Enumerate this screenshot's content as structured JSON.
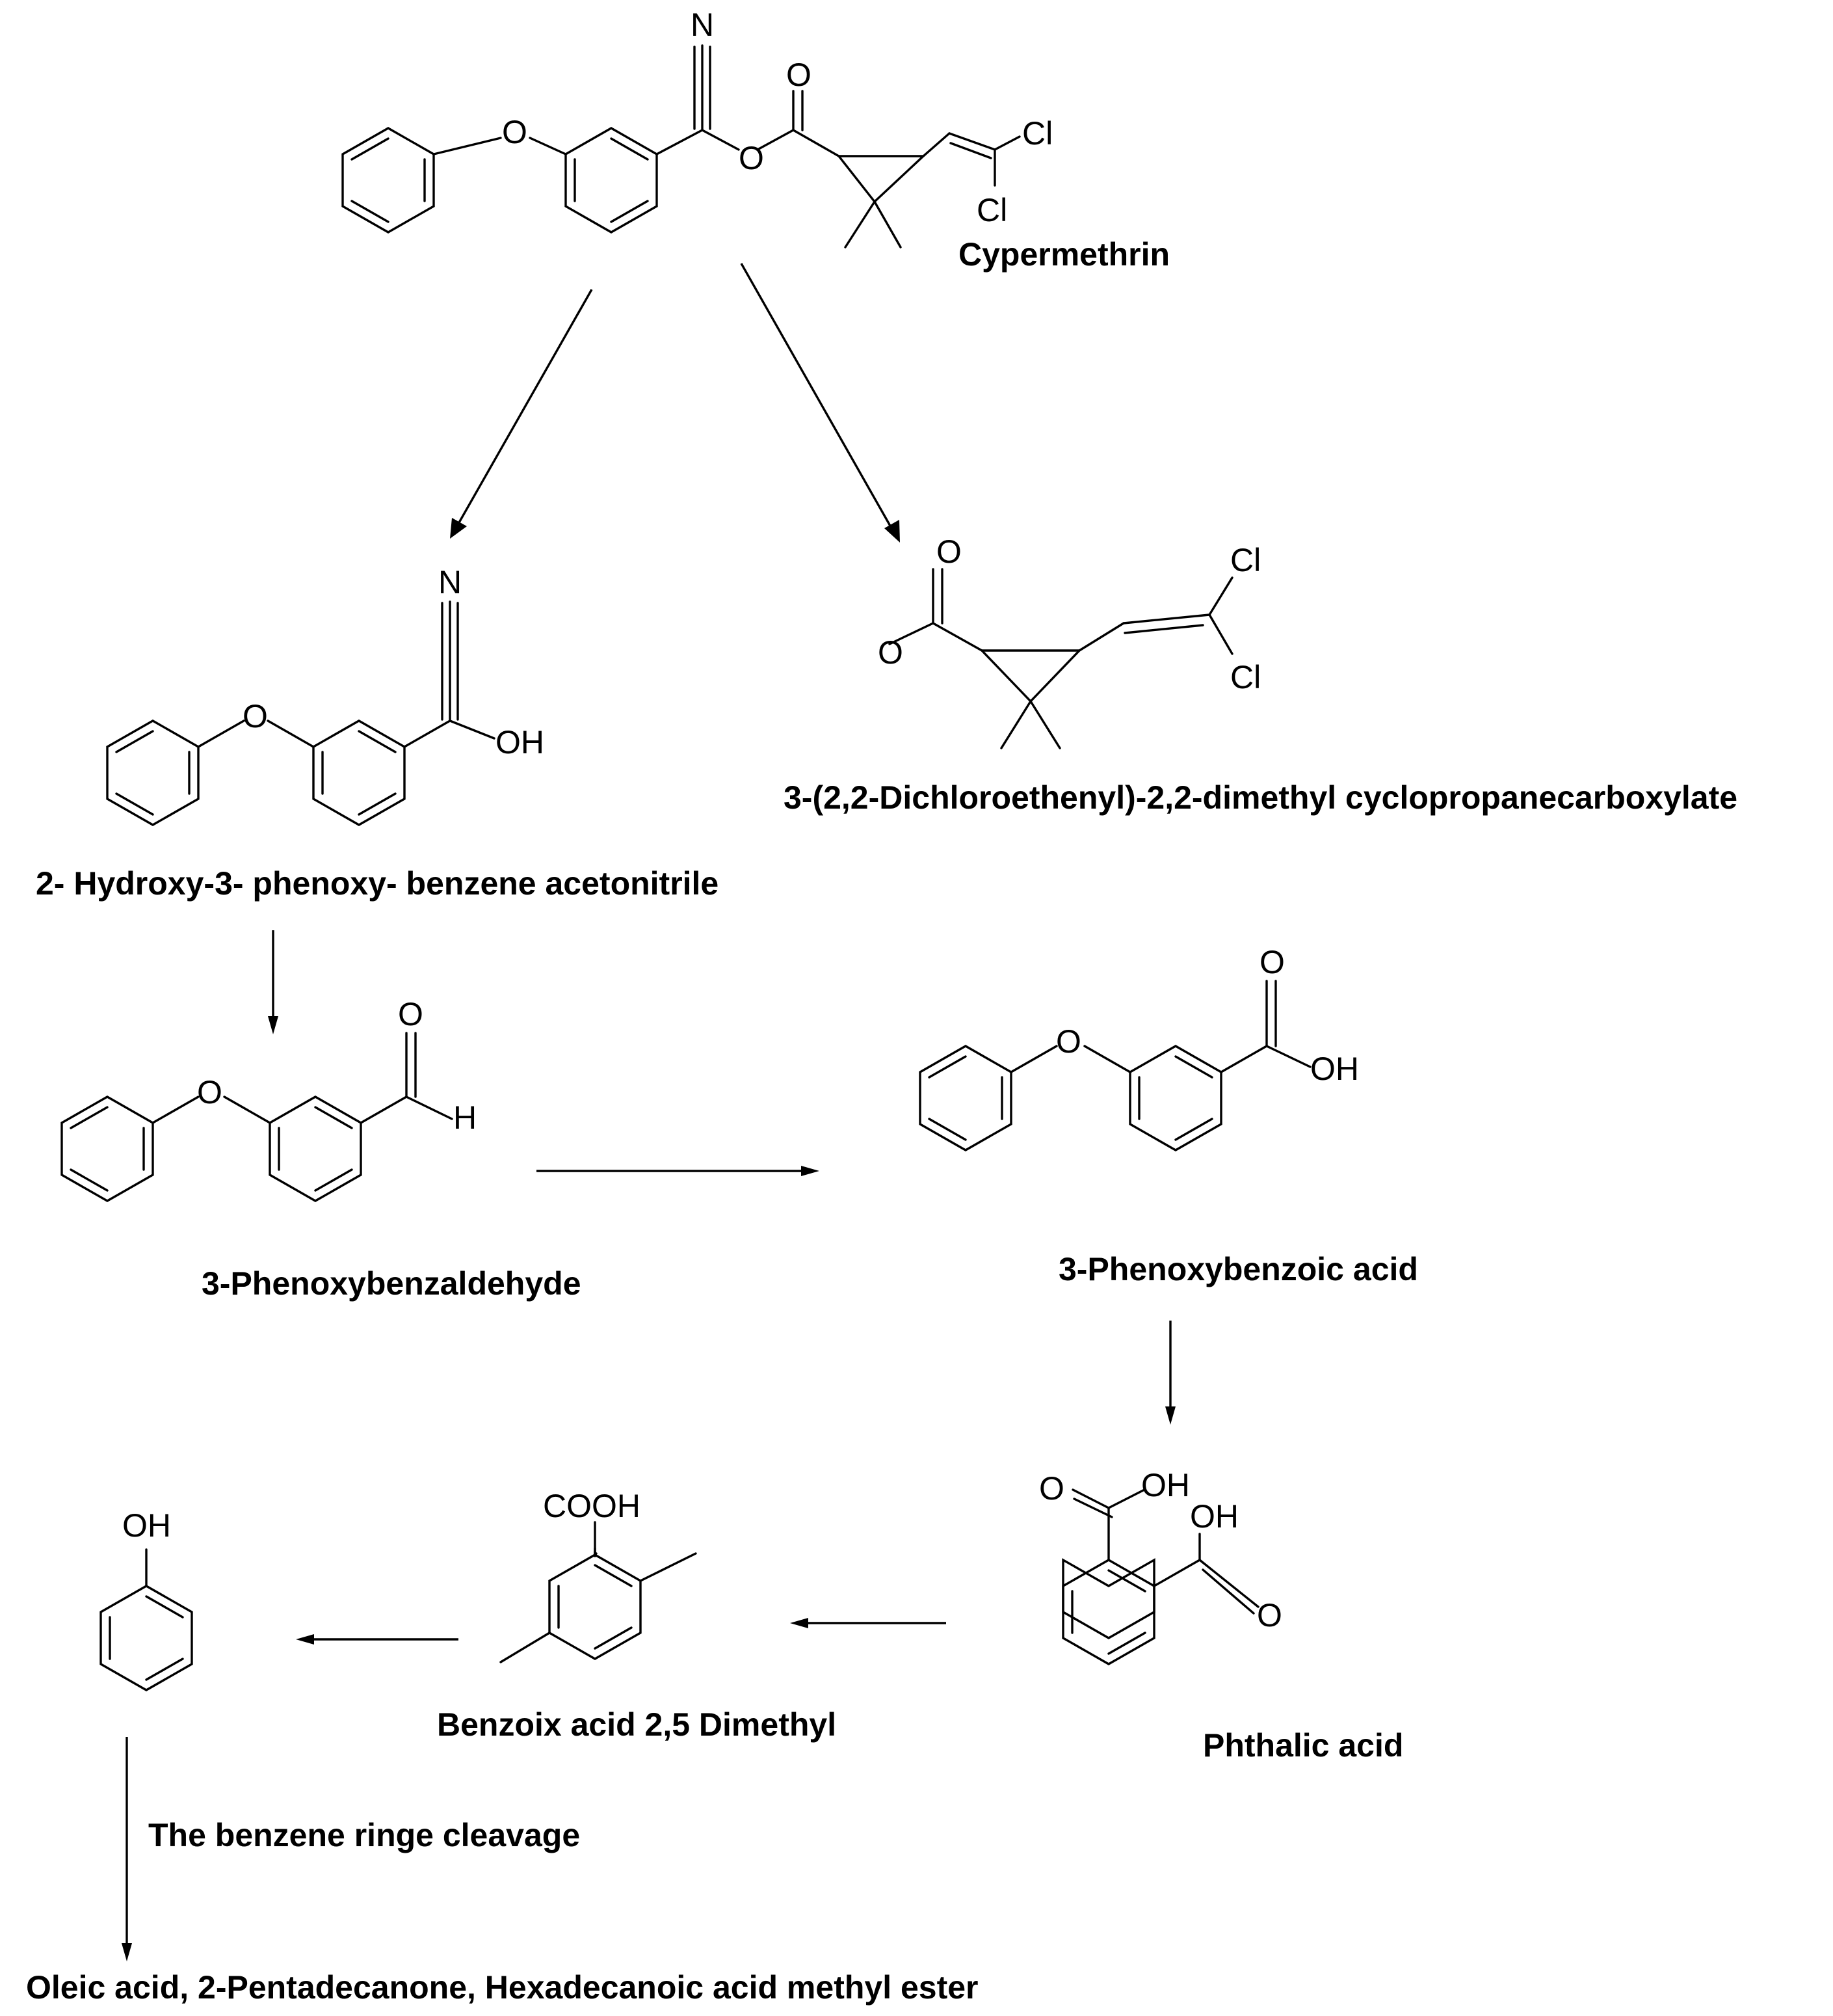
{
  "compounds": {
    "cypermethrin": "Cypermethrin",
    "hydroxy_acetonitrile": "2- Hydroxy-3- phenoxy- benzene acetonitrile",
    "dcva": "3-(2,2-Dichloroethenyl)-2,2-dimethyl cyclopropanecarboxylate",
    "phenoxybenzaldehyde": "3-Phenoxybenzaldehyde",
    "phenoxybenzoic": "3-Phenoxybenzoic acid",
    "phthalic": "Phthalic acid",
    "benzoic_dimethyl": "Benzoix acid 2,5 Dimethyl",
    "ring_cleavage": "The benzene ringe cleavage",
    "final_products": "Oleic acid, 2-Pentadecanone, Hexadecanoic acid methyl ester"
  },
  "atoms": {
    "N": "N",
    "O": "O",
    "Cl": "Cl",
    "OH": "OH",
    "H": "H",
    "COOH": "COOH"
  }
}
